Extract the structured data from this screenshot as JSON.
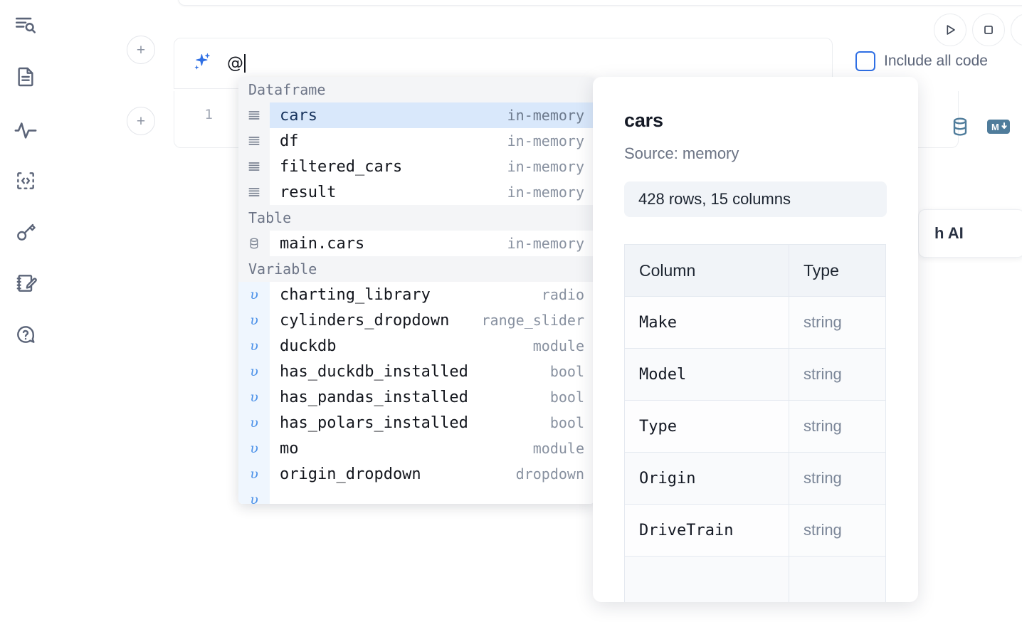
{
  "sidebar": {
    "items": [
      {
        "icon": "outline-search-icon",
        "name": "outline-panel"
      },
      {
        "icon": "file-text-icon",
        "name": "notebook-files-panel"
      },
      {
        "icon": "activity-pulse-icon",
        "name": "runtime-activity-panel"
      },
      {
        "icon": "code-brackets-icon",
        "name": "snippets-panel"
      },
      {
        "icon": "key-icon",
        "name": "secrets-panel"
      },
      {
        "icon": "notebook-pencil-icon",
        "name": "scratchpad-panel"
      },
      {
        "icon": "chat-question-icon",
        "name": "help-panel"
      }
    ]
  },
  "toolbar": {
    "run_label": "run-cell",
    "stop_label": "interrupt",
    "add_cell_label": "+",
    "include_all_code_label": "Include all code",
    "include_all_code_checked": false
  },
  "cell": {
    "line_number": "1",
    "ai_prompt_value": "@",
    "ai_chip_label": "h AI",
    "icons": [
      {
        "name": "database-icon"
      },
      {
        "name": "markdown-icon",
        "label": "M"
      }
    ]
  },
  "autocomplete": {
    "groups": [
      {
        "label": "Dataframe",
        "kind": "dataframe",
        "items": [
          {
            "name": "cars",
            "type": "in-memory",
            "selected": true
          },
          {
            "name": "df",
            "type": "in-memory",
            "selected": false
          },
          {
            "name": "filtered_cars",
            "type": "in-memory",
            "selected": false
          },
          {
            "name": "result",
            "type": "in-memory",
            "selected": false
          }
        ]
      },
      {
        "label": "Table",
        "kind": "table",
        "items": [
          {
            "name": "main.cars",
            "type": "in-memory",
            "selected": false
          }
        ]
      },
      {
        "label": "Variable",
        "kind": "variable",
        "items": [
          {
            "name": "charting_library",
            "type": "radio",
            "selected": false
          },
          {
            "name": "cylinders_dropdown",
            "type": "range_slider",
            "selected": false
          },
          {
            "name": "duckdb",
            "type": "module",
            "selected": false
          },
          {
            "name": "has_duckdb_installed",
            "type": "bool",
            "selected": false
          },
          {
            "name": "has_pandas_installed",
            "type": "bool",
            "selected": false
          },
          {
            "name": "has_polars_installed",
            "type": "bool",
            "selected": false
          },
          {
            "name": "mo",
            "type": "module",
            "selected": false
          },
          {
            "name": "origin_dropdown",
            "type": "dropdown",
            "selected": false
          },
          {
            "name": "",
            "type": "",
            "selected": false
          }
        ]
      }
    ]
  },
  "detail": {
    "title": "cars",
    "source": "Source: memory",
    "shape": "428 rows, 15 columns",
    "table": {
      "headers": [
        "Column",
        "Type"
      ],
      "rows": [
        [
          "Make",
          "string"
        ],
        [
          "Model",
          "string"
        ],
        [
          "Type",
          "string"
        ],
        [
          "Origin",
          "string"
        ],
        [
          "DriveTrain",
          "string"
        ],
        [
          "",
          ""
        ]
      ]
    }
  },
  "colors": {
    "accent": "#2f6fe4",
    "selected_row_bg": "#d9e8fb",
    "group_header_bg": "#f4f5f7",
    "icon_gray": "#5b6478",
    "cell_icon_blue": "#4f7c9b"
  }
}
